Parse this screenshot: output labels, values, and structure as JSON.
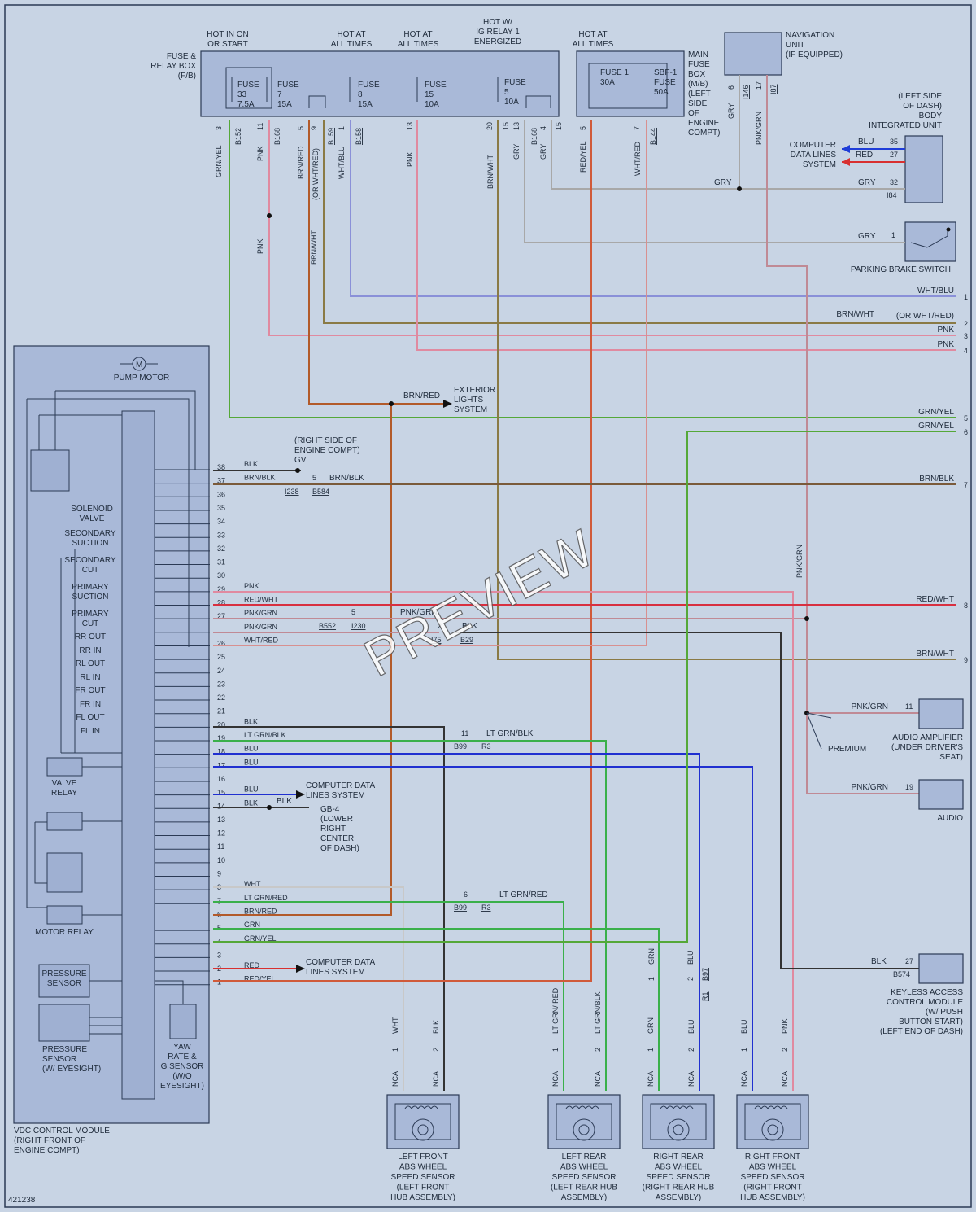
{
  "diagram": {
    "doc_id": "421238",
    "watermark": "PREVIEW",
    "fuse_box": {
      "label": [
        "FUSE &",
        "RELAY BOX",
        "(F/B)"
      ],
      "headers": [
        [
          "HOT IN ON",
          "OR START"
        ],
        [
          "HOT AT",
          "ALL TIMES"
        ],
        [
          "HOT AT",
          "ALL TIMES"
        ],
        [
          "HOT W/",
          "IG RELAY 1",
          "ENERGIZED"
        ]
      ],
      "fuses": [
        [
          "FUSE",
          "33",
          "7.5A"
        ],
        [
          "FUSE",
          "7",
          "15A"
        ],
        [
          "FUSE",
          "8",
          "15A"
        ],
        [
          "FUSE",
          "15",
          "10A"
        ],
        [
          "FUSE",
          "5",
          "10A"
        ]
      ]
    },
    "main_fuse_box": {
      "header": [
        "HOT AT",
        "ALL TIMES"
      ],
      "label": [
        "MAIN",
        "FUSE",
        "BOX",
        "(M/B)",
        "(LEFT",
        "SIDE",
        "OF",
        "ENGINE",
        "COMPT)"
      ],
      "fuses": [
        [
          "FUSE 1",
          "30A"
        ],
        [
          "SBF-1",
          "FUSE",
          "50A"
        ]
      ]
    },
    "navigation_unit": [
      "NAVIGATION",
      "UNIT",
      "(IF EQUIPPED)"
    ],
    "body_integrated_unit": [
      "(LEFT SIDE",
      "OF DASH)",
      "BODY",
      "INTEGRATED UNIT"
    ],
    "computer_data_lines": [
      "COMPUTER",
      "DATA LINES",
      "SYSTEM"
    ],
    "parking_brake_switch": "PARKING BRAKE SWITCH",
    "exterior_lights": [
      "EXTERIOR",
      "LIGHTS",
      "SYSTEM"
    ],
    "ground_gv": [
      "(RIGHT SIDE OF",
      "ENGINE COMPT)",
      "GV"
    ],
    "ground_gb4": [
      "GB-4",
      "(LOWER",
      "RIGHT",
      "CENTER",
      "OF DASH)"
    ],
    "computer_data_lines_2": [
      "COMPUTER DATA",
      "LINES SYSTEM"
    ],
    "computer_data_lines_3": [
      "COMPUTER DATA",
      "LINES SYSTEM"
    ],
    "vdc": {
      "label": [
        "VDC CONTROL MODULE",
        "(RIGHT FRONT OF",
        "ENGINE COMPT)"
      ],
      "pump_motor": "PUMP MOTOR",
      "solenoid": [
        "SOLENOID",
        "VALVE"
      ],
      "coils": [
        [
          "SECONDARY",
          "SUCTION"
        ],
        [
          "SECONDARY",
          "CUT"
        ],
        [
          "PRIMARY",
          "SUCTION"
        ],
        [
          "PRIMARY",
          "CUT"
        ]
      ],
      "valves": [
        "RR OUT",
        "RR IN",
        "RL OUT",
        "RL IN",
        "FR OUT",
        "FR IN",
        "FL OUT",
        "FL IN"
      ],
      "valve_relay": [
        "VALVE",
        "RELAY"
      ],
      "motor_relay": "MOTOR RELAY",
      "pressure_sensor": [
        "PRESSURE",
        "SENSOR"
      ],
      "pressure_sensor_eyesight": [
        "PRESSURE",
        "SENSOR",
        "(W/ EYESIGHT)"
      ],
      "yaw_sensor": [
        "YAW",
        "RATE &",
        "G SENSOR",
        "(W/O",
        "EYESIGHT)"
      ],
      "pins": [
        {
          "n": "38",
          "c": "BLK"
        },
        {
          "n": "37",
          "c": "BRN/BLK"
        },
        {
          "n": "36",
          "c": ""
        },
        {
          "n": "35",
          "c": ""
        },
        {
          "n": "34",
          "c": ""
        },
        {
          "n": "33",
          "c": ""
        },
        {
          "n": "32",
          "c": ""
        },
        {
          "n": "31",
          "c": ""
        },
        {
          "n": "30",
          "c": ""
        },
        {
          "n": "29",
          "c": "PNK"
        },
        {
          "n": "28",
          "c": "RED/WHT"
        },
        {
          "n": "27",
          "c": "PNK/GRN"
        },
        {
          "n": "",
          "c": "PNK/GRN"
        },
        {
          "n": "26",
          "c": "WHT/RED"
        },
        {
          "n": "25",
          "c": ""
        },
        {
          "n": "24",
          "c": ""
        },
        {
          "n": "23",
          "c": ""
        },
        {
          "n": "22",
          "c": ""
        },
        {
          "n": "21",
          "c": ""
        },
        {
          "n": "20",
          "c": "BLK"
        },
        {
          "n": "19",
          "c": "LT GRN/BLK"
        },
        {
          "n": "18",
          "c": "BLU"
        },
        {
          "n": "17",
          "c": "BLU"
        },
        {
          "n": "16",
          "c": ""
        },
        {
          "n": "15",
          "c": "BLU"
        },
        {
          "n": "14",
          "c": "BLK"
        },
        {
          "n": "13",
          "c": ""
        },
        {
          "n": "12",
          "c": ""
        },
        {
          "n": "11",
          "c": ""
        },
        {
          "n": "10",
          "c": ""
        },
        {
          "n": "9",
          "c": ""
        },
        {
          "n": "8",
          "c": "WHT"
        },
        {
          "n": "7",
          "c": "LT GRN/RED"
        },
        {
          "n": "6",
          "c": "BRN/RED"
        },
        {
          "n": "5",
          "c": "GRN"
        },
        {
          "n": "4",
          "c": "GRN/YEL"
        },
        {
          "n": "3",
          "c": ""
        },
        {
          "n": "2",
          "c": "RED"
        },
        {
          "n": "1",
          "c": "RED/YEL"
        }
      ]
    },
    "right_edge": [
      {
        "n": "1",
        "c": "WHT/BLU"
      },
      {
        "n": "2",
        "c": "BRN/WHT",
        "alt": "(OR WHT/RED)"
      },
      {
        "n": "3",
        "c": "PNK"
      },
      {
        "n": "4",
        "c": "PNK"
      },
      {
        "n": "5",
        "c": "GRN/YEL"
      },
      {
        "n": "6",
        "c": "GRN/YEL"
      },
      {
        "n": "7",
        "c": "BRN/BLK"
      },
      {
        "n": "8",
        "c": "RED/WHT"
      },
      {
        "n": "9",
        "c": "BRN/WHT"
      }
    ],
    "audio_amp": [
      "AUDIO AMPLIFIER",
      "(UNDER DRIVER'S",
      "SEAT)"
    ],
    "audio": "AUDIO",
    "premium": "PREMIUM",
    "keyless": [
      "KEYLESS ACCESS",
      "CONTROL MODULE",
      "(W/ PUSH",
      "BUTTON START)",
      "(LEFT END OF DASH)"
    ],
    "sensors": [
      [
        "LEFT FRONT",
        "ABS WHEEL",
        "SPEED SENSOR",
        "(LEFT FRONT",
        "HUB ASSEMBLY)"
      ],
      [
        "LEFT REAR",
        "ABS WHEEL",
        "SPEED SENSOR",
        "(LEFT REAR HUB",
        "ASSEMBLY)"
      ],
      [
        "RIGHT REAR",
        "ABS WHEEL",
        "SPEED SENSOR",
        "(RIGHT REAR HUB",
        "ASSEMBLY)"
      ],
      [
        "RIGHT FRONT",
        "ABS WHEEL",
        "SPEED SENSOR",
        "(RIGHT FRONT",
        "HUB ASSEMBLY)"
      ]
    ],
    "labels": {
      "gry": "GRY",
      "blu": "BLU",
      "red": "RED",
      "pnk_grn": "PNK/GRN",
      "blk": "BLK",
      "brn_red": "BRN/RED",
      "brn_blk": "BRN/BLK",
      "lt_grn_blk": "LT GRN/BLK",
      "lt_grn_red": "LT GRN/RED",
      "pnk": "PNK",
      "wht": "WHT",
      "grn": "GRN",
      "grn_yel": "GRN/YEL",
      "wht_blu": "WHT/BLU",
      "wht_red": "WHT/RED",
      "or_wht_red": "(OR WHT/RED)",
      "brn_wht": "BRN/WHT",
      "red_yel": "RED/YEL",
      "brn_wht2": "BRN/WHT",
      "gry2": "GRY",
      "lt_grn_red_v": "LT GRN/ RED",
      "nca": "NCA"
    },
    "connectors": {
      "b152": "B152",
      "b168": "B168",
      "b159": "B159",
      "b158": "B158",
      "b144": "B144",
      "i146": "I146",
      "i87": "I87",
      "i84": "I84",
      "i238": "I238",
      "b584": "B584",
      "b552": "B552",
      "i230": "I230",
      "i75": "I75",
      "b29": "B29",
      "b99": "B99",
      "r3": "R3",
      "b97": "B97",
      "r1": "R1",
      "b574": "B574"
    }
  }
}
